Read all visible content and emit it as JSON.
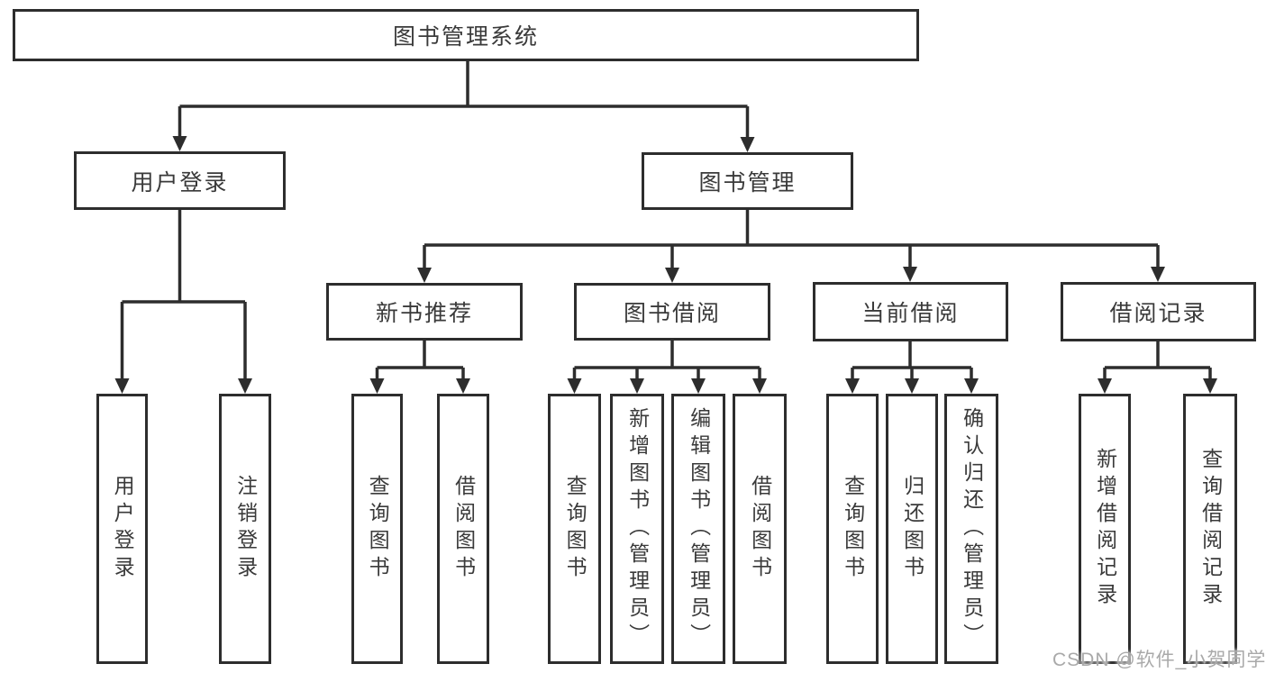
{
  "diagram": {
    "root": {
      "label": "图书管理系统",
      "children": [
        {
          "label": "用户登录",
          "children": [
            {
              "label": "用户登录"
            },
            {
              "label": "注销登录"
            }
          ]
        },
        {
          "label": "图书管理",
          "children": [
            {
              "label": "新书推荐",
              "children": [
                {
                  "label": "查询图书"
                },
                {
                  "label": "借阅图书"
                }
              ]
            },
            {
              "label": "图书借阅",
              "children": [
                {
                  "label": "查询图书"
                },
                {
                  "label": "新增图书（管理员）"
                },
                {
                  "label": "编辑图书（管理员）"
                },
                {
                  "label": "借阅图书"
                }
              ]
            },
            {
              "label": "当前借阅",
              "children": [
                {
                  "label": "查询图书"
                },
                {
                  "label": "归还图书"
                },
                {
                  "label": "确认归还（管理员）"
                }
              ]
            },
            {
              "label": "借阅记录",
              "children": [
                {
                  "label": "新增借阅记录"
                },
                {
                  "label": "查询借阅记录"
                }
              ]
            }
          ]
        }
      ]
    }
  },
  "watermark": {
    "text": "CSDN @软件_小贺同学"
  },
  "colors": {
    "line": "#2d2d2d",
    "box_border": "#2d2d2d",
    "text": "#3a3a3a",
    "watermark": "#a9a9a9",
    "background": "#ffffff"
  }
}
